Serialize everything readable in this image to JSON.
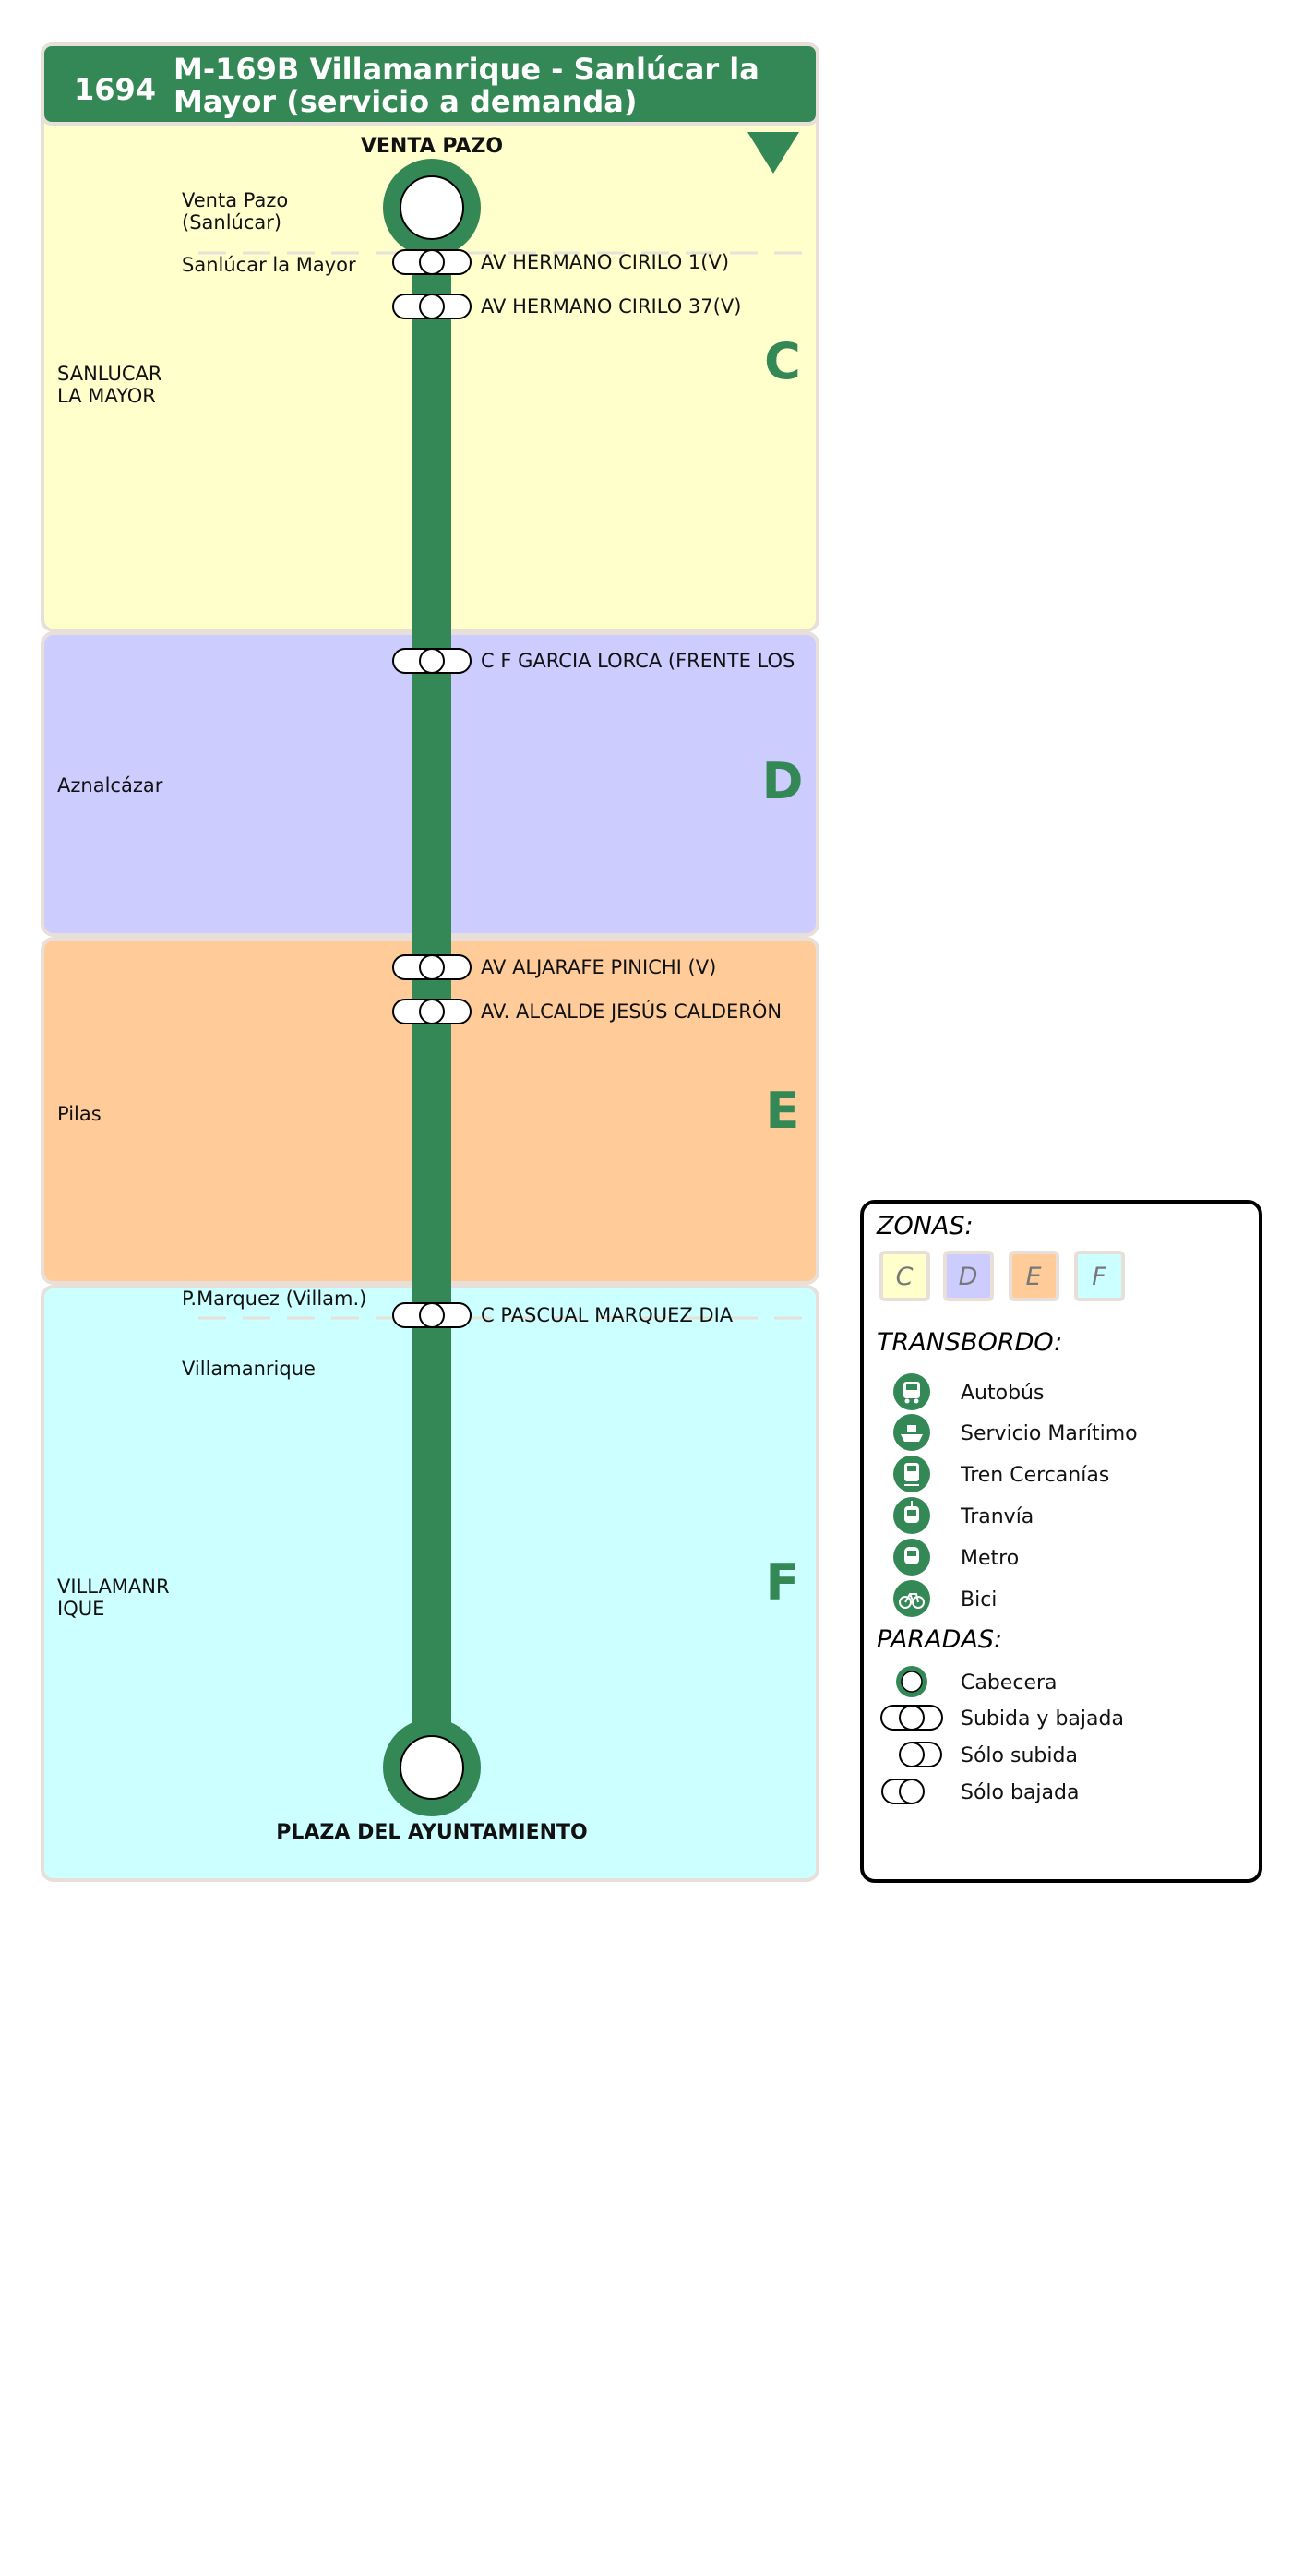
{
  "header": {
    "line_number": "1694",
    "title_line1": "M-169B Villamanrique - Sanlúcar la",
    "title_line2": "Mayor (servicio a demanda)",
    "color": "#338855"
  },
  "route": {
    "start_terminal": "VENTA PAZO",
    "end_terminal": "PLAZA DEL AYUNTAMIENTO",
    "line_color": "#338855",
    "direction_arrow_icon": "down-triangle-icon"
  },
  "zones": [
    {
      "letter": "C",
      "municipality_line1": "SANLUCAR",
      "municipality_line2": "LA MAYOR",
      "color": "#ffffcc"
    },
    {
      "letter": "D",
      "municipality_line1": "Aznalcázar",
      "municipality_line2": "",
      "color": "#ccccff"
    },
    {
      "letter": "E",
      "municipality_line1": "Pilas",
      "municipality_line2": "",
      "color": "#ffcc99"
    },
    {
      "letter": "F",
      "municipality_line1": "VILLAMANR",
      "municipality_line2": "IQUE",
      "color": "#ccffff"
    }
  ],
  "localities": {
    "venta_pazo_line1": "Venta Pazo",
    "venta_pazo_line2": "(Sanlúcar)",
    "sanlucar": "Sanlúcar la Mayor",
    "pmarquez": "P.Marquez (Villam.)",
    "villamanrique": "Villamanrique"
  },
  "stops": [
    {
      "name": "AV HERMANO CIRILO 1(V)",
      "type": "subida-y-bajada"
    },
    {
      "name": "AV HERMANO CIRILO 37(V)",
      "type": "subida-y-bajada"
    },
    {
      "name": "C F GARCIA LORCA (FRENTE LOS",
      "type": "subida-y-bajada"
    },
    {
      "name": "AV ALJARAFE PINICHI (V)",
      "type": "subida-y-bajada"
    },
    {
      "name": "AV. ALCALDE JESÚS CALDERÓN",
      "type": "subida-y-bajada"
    },
    {
      "name": "C  PASCUAL MARQUEZ  DIA",
      "type": "subida-y-bajada"
    }
  ],
  "legend": {
    "zones_title": "ZONAS:",
    "zones": [
      "C",
      "D",
      "E",
      "F"
    ],
    "transfer_title": "TRANSBORDO:",
    "transfers": [
      {
        "label": "Autobús",
        "icon": "bus-icon"
      },
      {
        "label": "Servicio Marítimo",
        "icon": "boat-icon"
      },
      {
        "label": "Tren Cercanías",
        "icon": "train-icon"
      },
      {
        "label": "Tranvía",
        "icon": "tram-icon"
      },
      {
        "label": "Metro",
        "icon": "metro-icon"
      },
      {
        "label": "Bici",
        "icon": "bike-icon"
      }
    ],
    "stops_title": "PARADAS:",
    "stop_types": [
      {
        "label": "Cabecera",
        "icon": "terminal-stop-icon"
      },
      {
        "label": "Subida y bajada",
        "icon": "boarding-alighting-stop-icon"
      },
      {
        "label": "Sólo subida",
        "icon": "boarding-only-stop-icon"
      },
      {
        "label": "Sólo bajada",
        "icon": "alighting-only-stop-icon"
      }
    ]
  }
}
